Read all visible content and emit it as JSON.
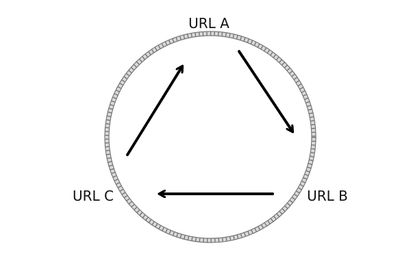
{
  "diagram": {
    "nodes": [
      {
        "id": "a",
        "label": "URL A"
      },
      {
        "id": "b",
        "label": "URL B"
      },
      {
        "id": "c",
        "label": "URL C"
      }
    ],
    "edges": [
      {
        "from": "URL A",
        "to": "URL B"
      },
      {
        "from": "URL B",
        "to": "URL C"
      },
      {
        "from": "URL C",
        "to": "URL A"
      }
    ],
    "colors": {
      "text": "#111111",
      "arrow": "#000000",
      "rope_light": "#d9d9d9",
      "rope_dark": "#6e6e6e"
    },
    "icons": {
      "ring": "rope-ring-icon",
      "arrow": "arrow-icon"
    }
  }
}
